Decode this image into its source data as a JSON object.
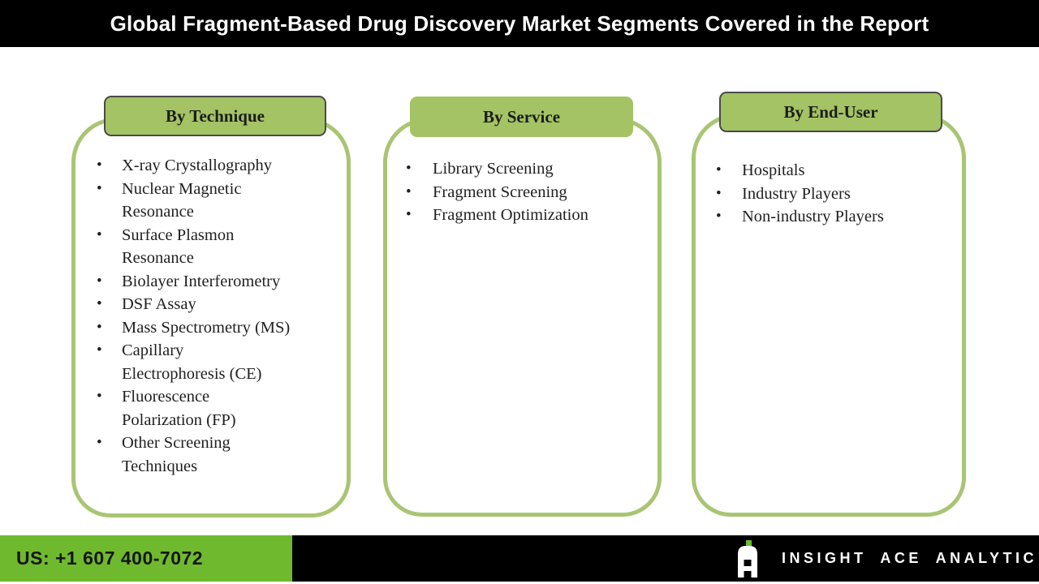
{
  "header": {
    "title": "Global Fragment-Based Drug Discovery Market Segments Covered in the Report"
  },
  "panels": [
    {
      "header": "By Technique",
      "items": [
        "X-ray Crystallography",
        "Nuclear Magnetic\nResonance",
        "Surface Plasmon\nResonance",
        "Biolayer Interferometry",
        "DSF Assay",
        "Mass Spectrometry (MS)",
        "Capillary\nElectrophoresis (CE)",
        "Fluorescence\nPolarization (FP)",
        "Other Screening\nTechniques"
      ]
    },
    {
      "header": "By Service",
      "items": [
        "Library Screening",
        "Fragment Screening",
        "Fragment Optimization"
      ]
    },
    {
      "header": "By End-User",
      "items": [
        "Hospitals",
        "Industry Players",
        "Non-industry Players"
      ]
    }
  ],
  "footer": {
    "phone": "US: +1 607 400-7072",
    "brand": "INSIGHT ACE ANALYTIC"
  },
  "colors": {
    "bar_black": "#000000",
    "panel_border": "#a9c573",
    "pill_fill": "#a4c364",
    "pill_border": "#4a4a4a",
    "footer_green": "#6fb92f",
    "logo_green": "#6cbe2c",
    "text_dark": "#1f1f1f"
  }
}
